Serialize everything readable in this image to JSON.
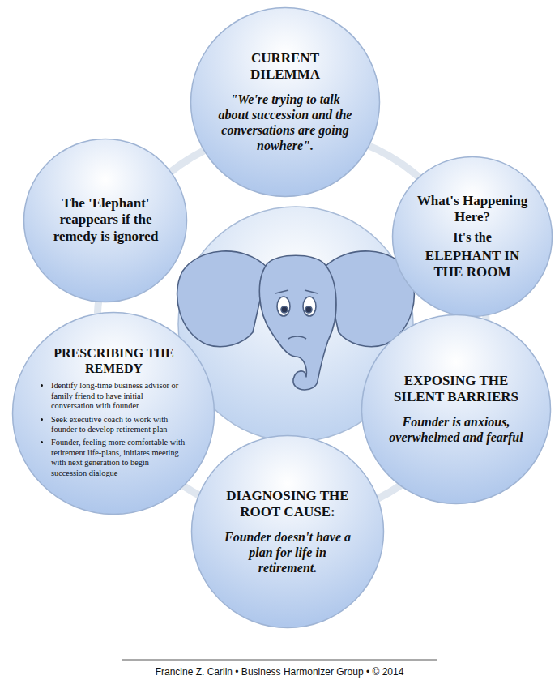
{
  "diagram": {
    "nodes": [
      {
        "text": [
          "CURRENT DILEMMA",
          "\"We're trying to talk about succession and the conversations are going nowhere\"."
        ]
      },
      {
        "text": [
          "What's Happening Here?",
          "It's the",
          "ELEPHANT IN THE ROOM"
        ]
      },
      {
        "text": [
          "EXPOSING THE SILENT BARRIERS",
          "Founder is anxious, overwhelmed and fearful"
        ]
      },
      {
        "text": [
          "DIAGNOSING THE ROOT CAUSE:",
          "Founder doesn't have a plan for life in retirement."
        ]
      },
      {
        "text": [
          "PRESCRIBING THE REMEDY",
          "Identify long-time business advisor or family friend to have initial conversation with founder",
          "Seek executive coach to work with founder to develop retirement plan",
          "Founder, feeling more comfortable with retirement life-plans, initiates meeting with next generation to begin succession dialogue"
        ]
      },
      {
        "text": [
          "The 'Elephant' reappears if the remedy is ignored"
        ]
      }
    ],
    "labels": [
      "Francine Z. Carlin • Business Harmonizer Group • © 2014"
    ]
  }
}
